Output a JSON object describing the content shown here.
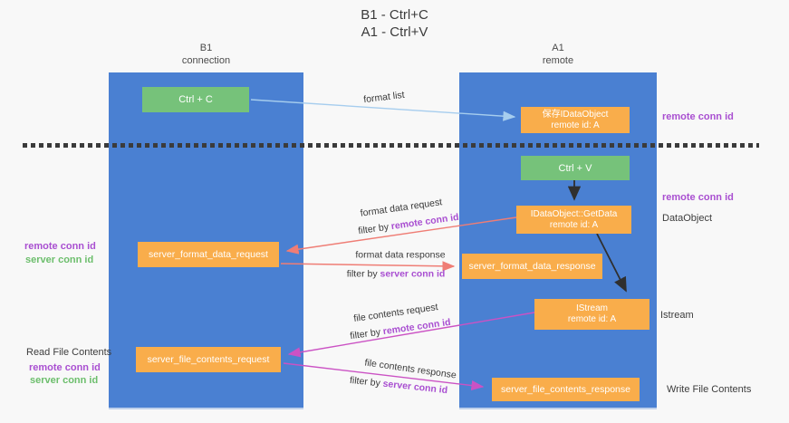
{
  "title": {
    "line1": "B1 - Ctrl+C",
    "line2": "A1 - Ctrl+V"
  },
  "columns": {
    "left": {
      "name": "B1",
      "role": "connection"
    },
    "right": {
      "name": "A1",
      "role": "remote"
    }
  },
  "nodes": {
    "ctrl_c": "Ctrl + C",
    "ctrl_v": "Ctrl + V",
    "save_obj_line1": "保存IDataObject",
    "save_obj_line2": "remote id: A",
    "getdata_line1": "IDataObject::GetData",
    "getdata_line2": "remote id: A",
    "istream_line1": "IStream",
    "istream_line2": "remote id: A",
    "format_request": "server_format_data_request",
    "format_response": "server_format_data_response",
    "file_request": "server_file_contents_request",
    "file_response": "server_file_contents_response"
  },
  "side_labels": {
    "remote_conn_id": "remote conn id",
    "server_conn_id": "server conn id",
    "dataobject": "DataObject",
    "istream": "Istream",
    "read_file_contents": "Read File Contents",
    "write_file_contents": "Write File Contents"
  },
  "flow_labels": {
    "format_list": "format list",
    "format_data_request": "format data request",
    "format_data_response": "format data response",
    "file_contents_request": "file contents request",
    "file_contents_response": "file contents response",
    "filter_by": "filter by",
    "remote_conn_id": "remote conn id",
    "server_conn_id": "server conn id"
  },
  "colors": {
    "column_blue": "#4a80d2",
    "box_orange": "#f9ad4b",
    "box_green": "#76c27a",
    "arrow_salmon": "#ef7d75",
    "arrow_magenta": "#cb52c4",
    "arrow_lightblue": "#a6cdee",
    "arrow_black": "#2f2f2f",
    "label_purple": "#a94fd1",
    "label_green": "#6cbe6c",
    "dash_dark": "#3b3b3b"
  }
}
